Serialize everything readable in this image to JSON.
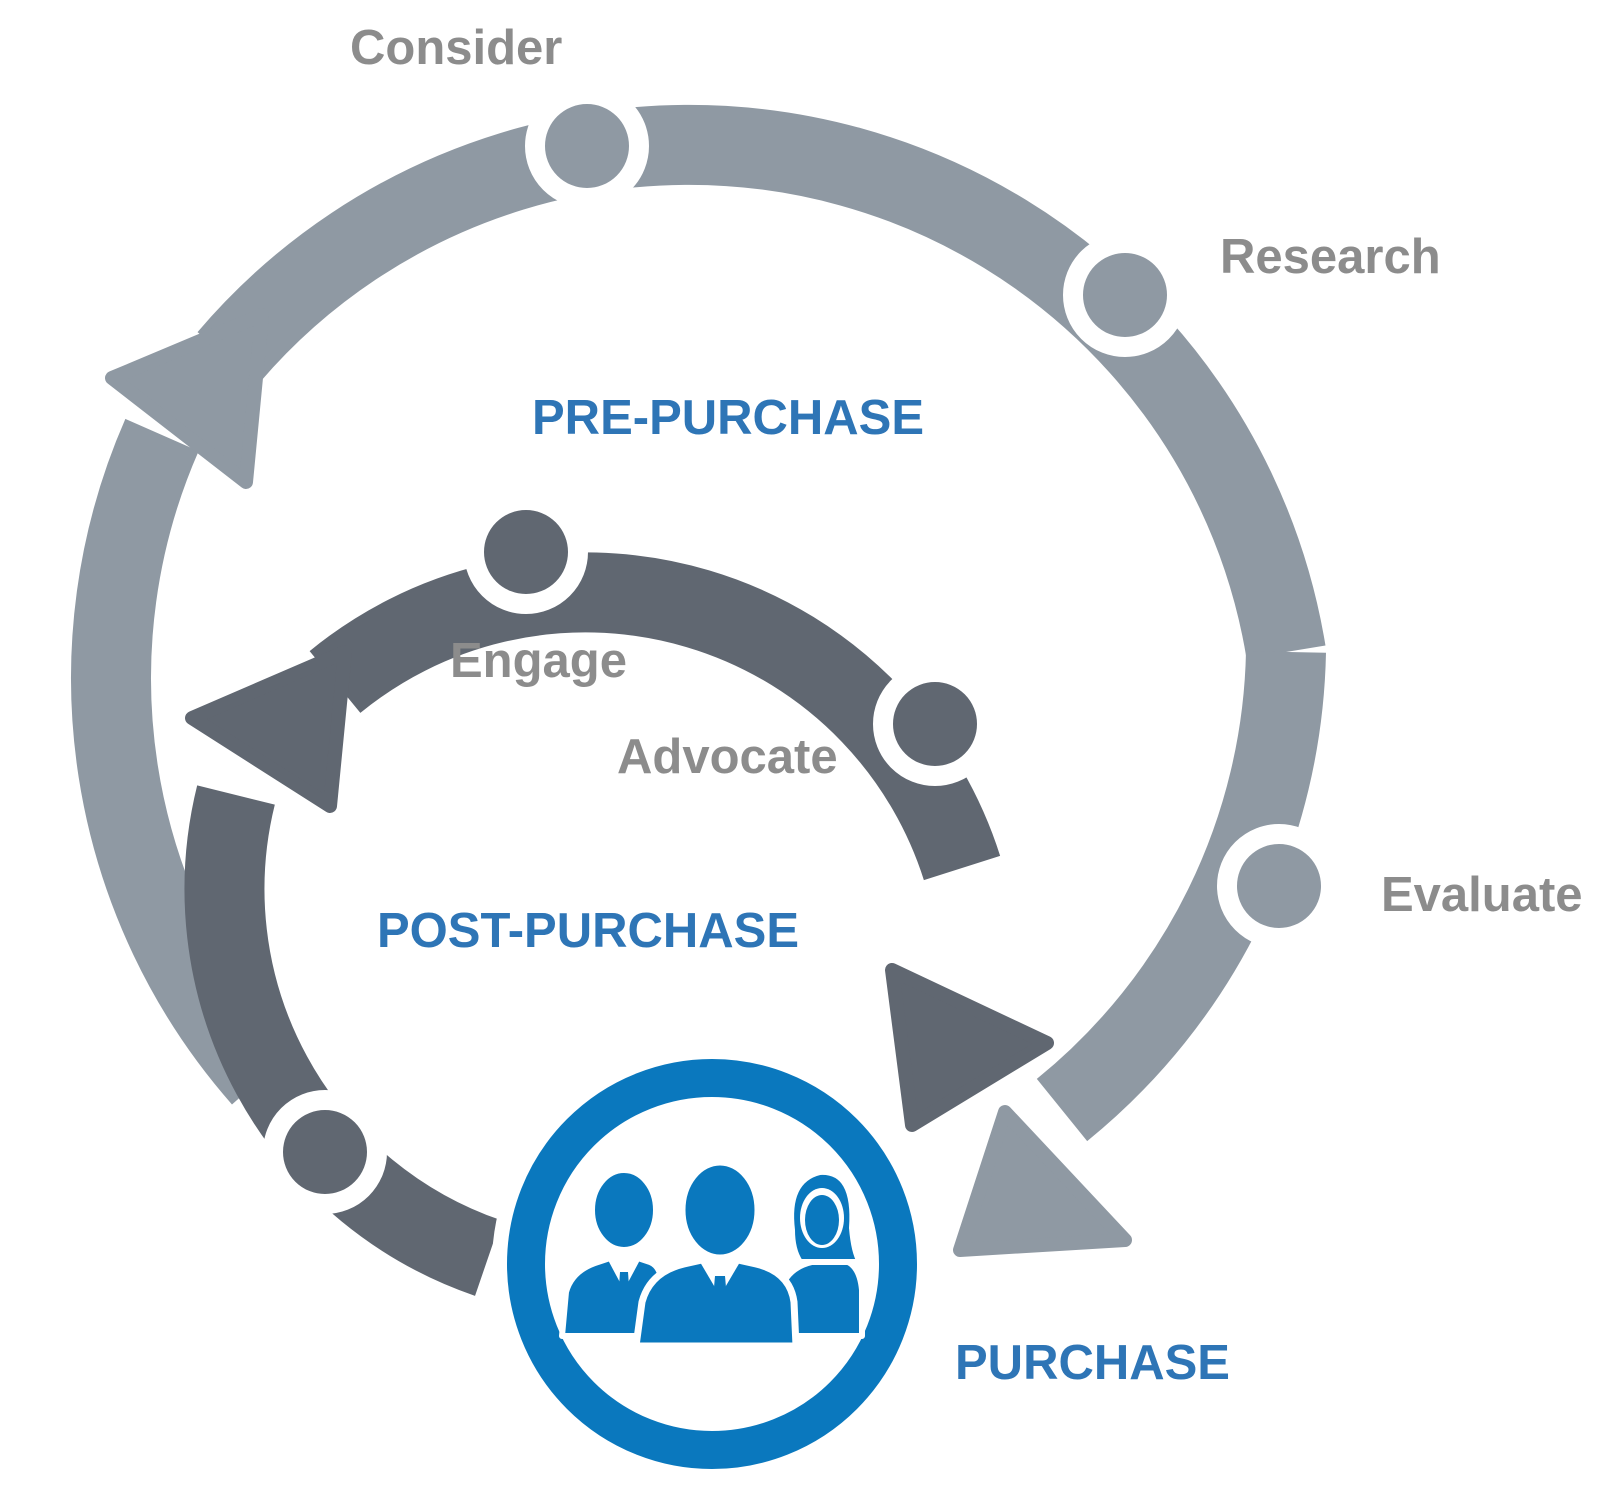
{
  "colors": {
    "outer_loop": "#8f99a3",
    "inner_loop": "#606771",
    "node_outline": "#ffffff",
    "purchase_ring": "#0a78be",
    "stage_text": "#8c8c8c",
    "phase_text": "#2e75b6",
    "people_icon": "#0a78be"
  },
  "stages": {
    "consider": "Consider",
    "research": "Research",
    "evaluate": "Evaluate",
    "engage": "Engage",
    "advocate": "Advocate"
  },
  "phases": {
    "pre_purchase": "PRE-PURCHASE",
    "post_purchase": "POST-PURCHASE",
    "purchase": "PURCHASE"
  },
  "icons": {
    "center": "people-group-icon"
  }
}
